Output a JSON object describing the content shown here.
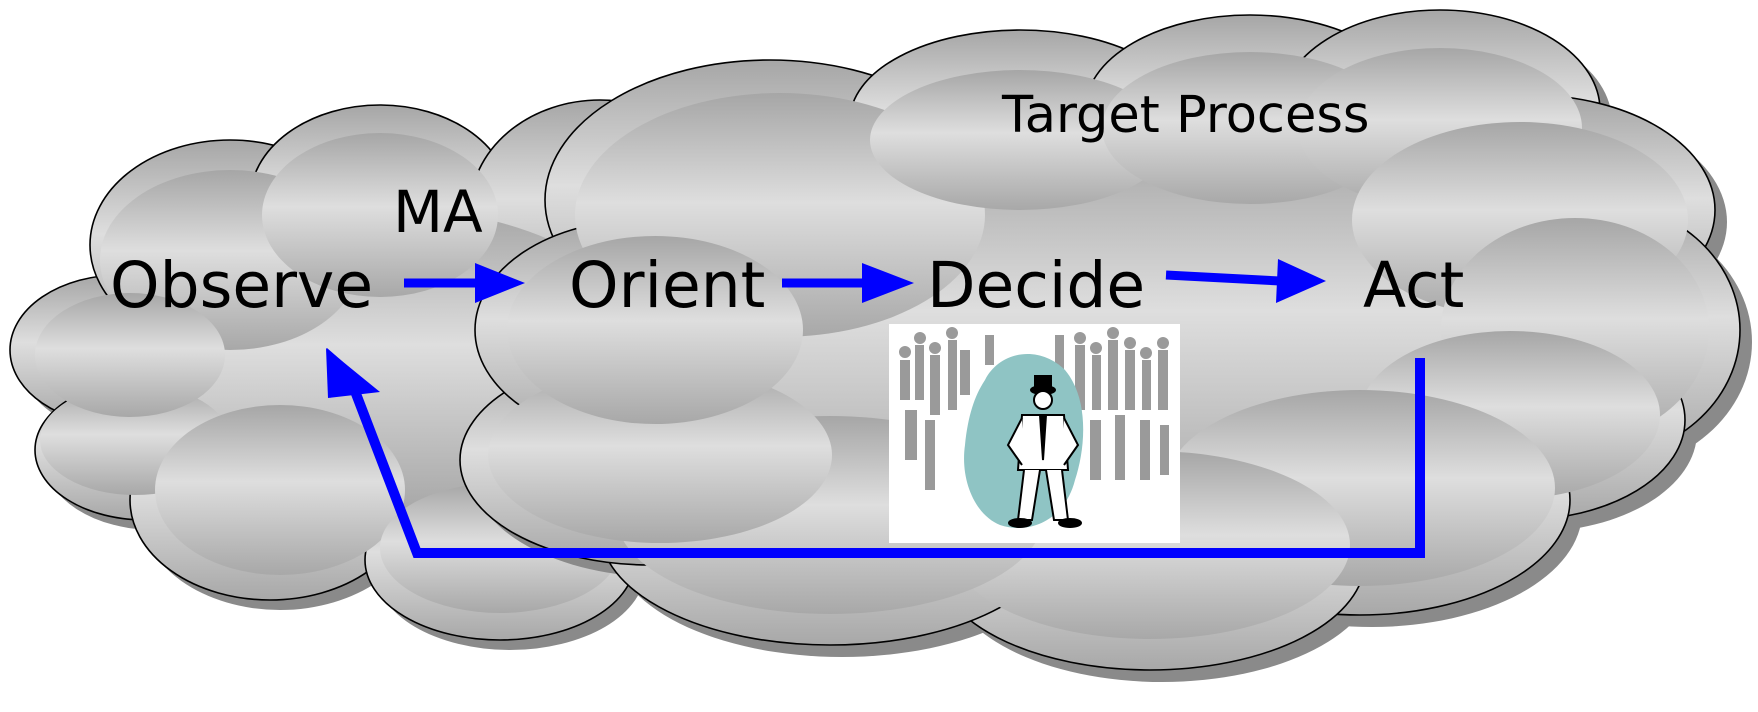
{
  "labels": {
    "observe": "Observe",
    "orient": "Orient",
    "decide": "Decide",
    "act": "Act",
    "ma": "MA",
    "target_process": "Target Process"
  },
  "colors": {
    "arrow": "#0000ff",
    "cloud_dark": "#a8a8a8",
    "cloud_light": "#dcdcdc",
    "cloud_outline": "#000000",
    "shadow": "#808080",
    "figure_splash": "#8fc4c4",
    "crowd": "#9a9a9a"
  },
  "icons": {
    "picture": "man-in-crowd-clipart"
  }
}
